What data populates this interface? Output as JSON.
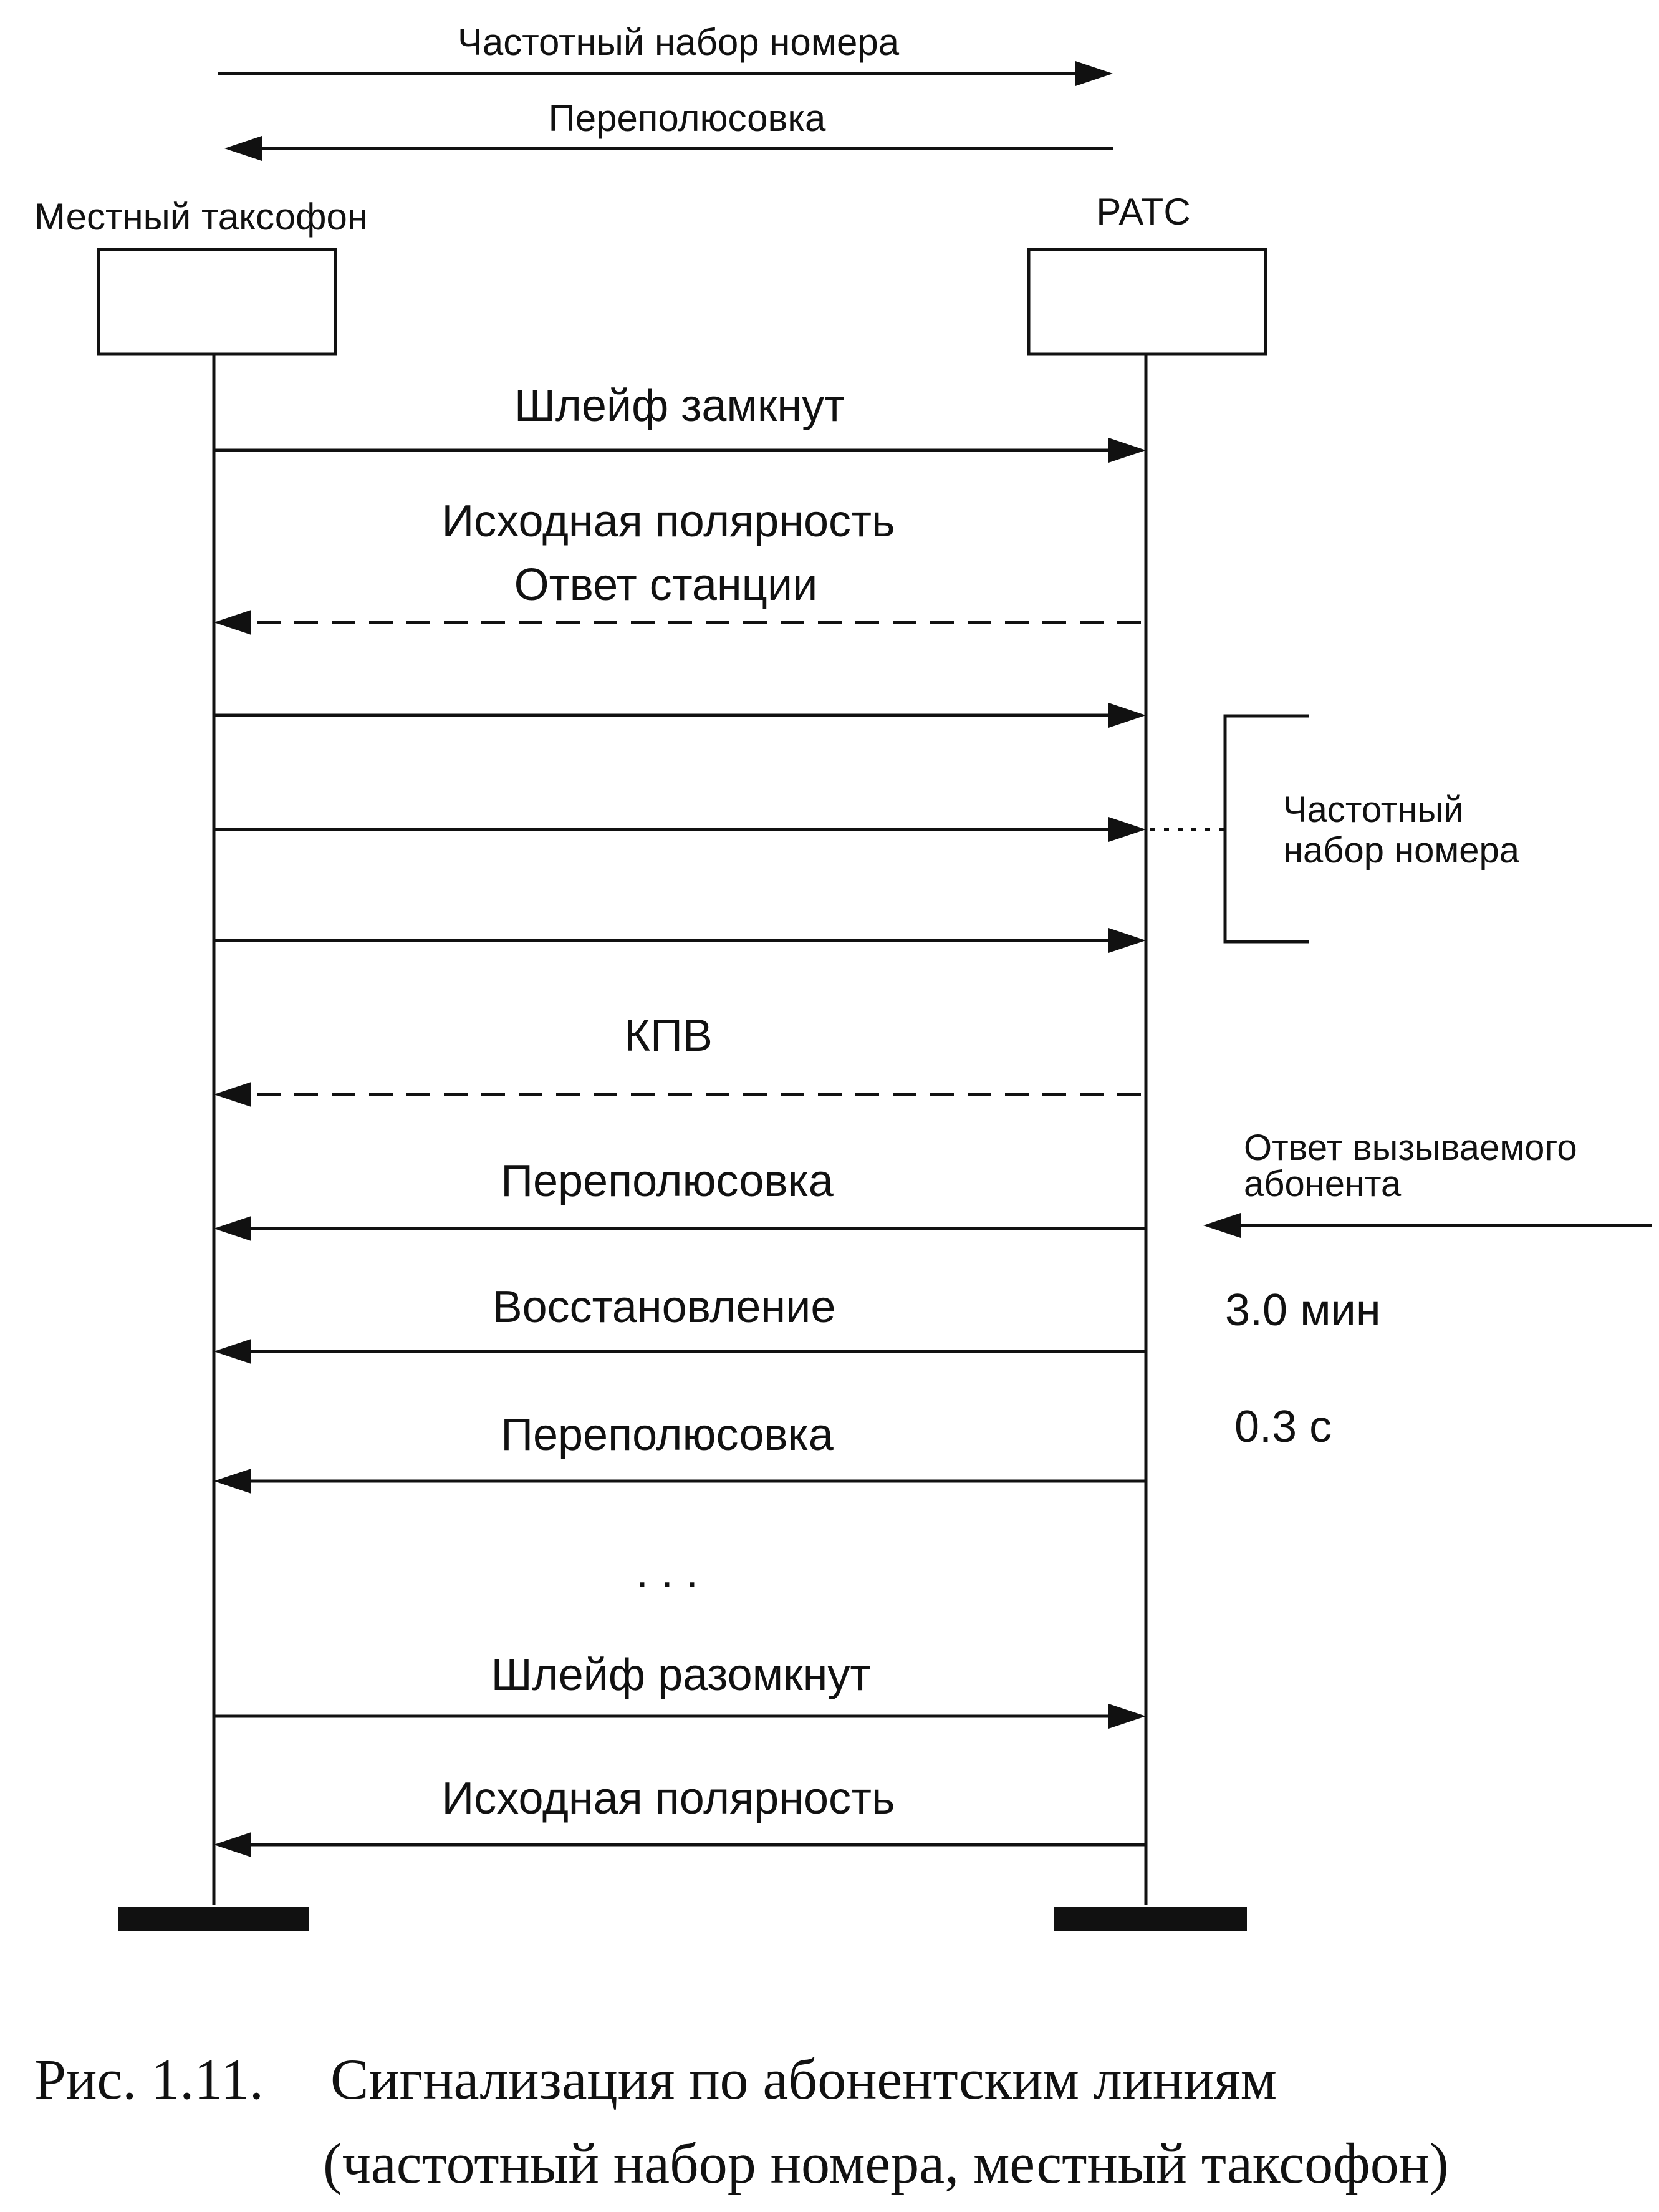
{
  "legend": {
    "forward_label": "Частотный набор номера",
    "backward_label": "Переполюсовка"
  },
  "participants": {
    "left": "Местный таксофон",
    "right": "РАТС"
  },
  "messages": [
    {
      "label": "Шлейф замкнут",
      "direction": "right",
      "style": "solid"
    },
    {
      "label": "Исходная полярность",
      "direction": "none",
      "style": "text"
    },
    {
      "label": "Ответ станции",
      "direction": "left",
      "style": "dashed"
    },
    {
      "label": "",
      "direction": "right",
      "style": "solid"
    },
    {
      "label": "",
      "direction": "right",
      "style": "solid"
    },
    {
      "label": "",
      "direction": "right",
      "style": "solid"
    },
    {
      "label": "КПВ",
      "direction": "left",
      "style": "dashed"
    },
    {
      "label": "Переполюсовка",
      "direction": "left",
      "style": "solid"
    },
    {
      "label": "Восстановление",
      "direction": "left",
      "style": "solid"
    },
    {
      "label": "Переполюсовка",
      "direction": "left",
      "style": "solid"
    },
    {
      "label": "Шлейф разомкнут",
      "direction": "right",
      "style": "solid"
    },
    {
      "label": "Исходная полярность",
      "direction": "left",
      "style": "solid"
    }
  ],
  "ellipsis": ". . .",
  "annotations": {
    "dialing_bracket": [
      "Частотный",
      "набор номера"
    ],
    "callee_answer": [
      "Ответ вызываемого",
      "абонента"
    ],
    "timer_1": "3.0 мин",
    "timer_2": "0.3 с"
  },
  "caption": {
    "number": "Рис. 1.11.",
    "line1": "Сигнализация по абонентским линиям",
    "line2": "(частотный набор номера, местный таксофон)"
  }
}
